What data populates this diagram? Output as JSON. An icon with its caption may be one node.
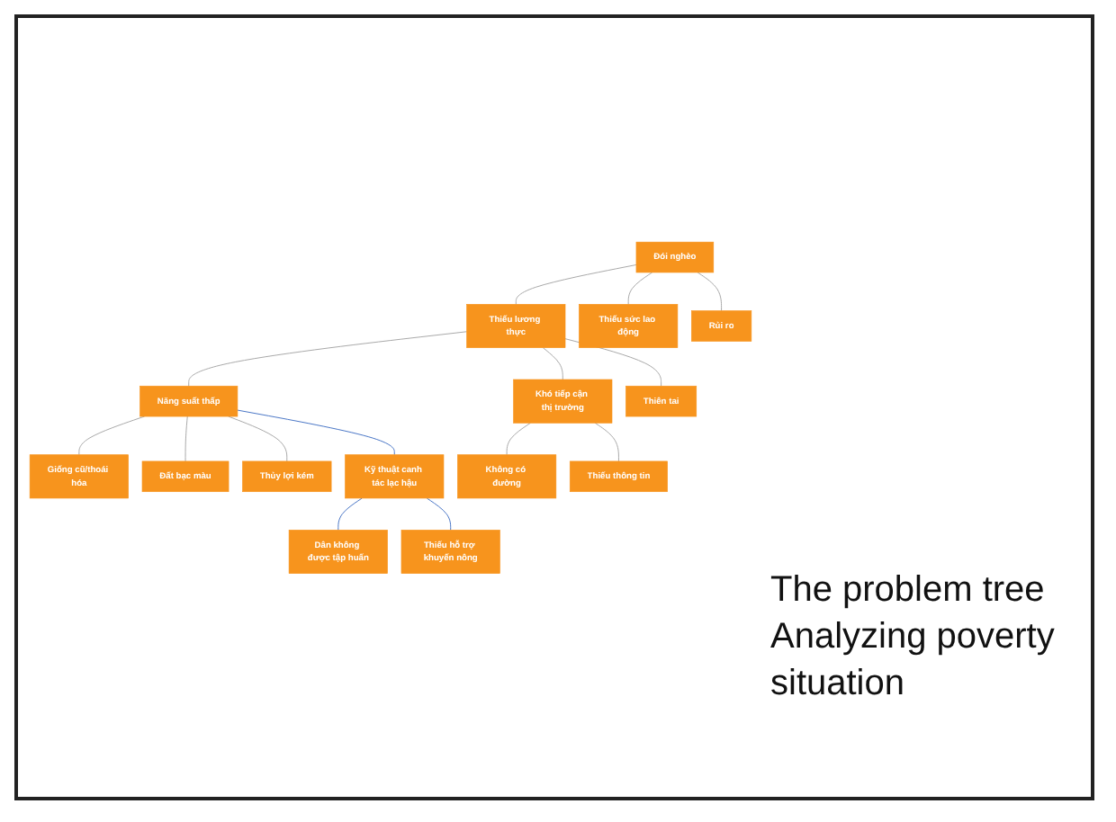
{
  "diagram": {
    "nodes": [
      {
        "text": [
          "Đói nghèo"
        ]
      },
      {
        "text": [
          "Thiếu lương thực"
        ]
      },
      {
        "text": [
          "Thiếu sức lao động"
        ]
      },
      {
        "text": [
          "Rủi ro"
        ]
      },
      {
        "text": [
          "Năng suất thấp"
        ]
      },
      {
        "text": [
          "Khó tiếp cận thị trường"
        ]
      },
      {
        "text": [
          "Thiên tai"
        ]
      },
      {
        "text": [
          "Giống cũ/thoái hóa"
        ]
      },
      {
        "text": [
          "Đất bạc màu"
        ]
      },
      {
        "text": [
          "Thủy lợi kém"
        ]
      },
      {
        "text": [
          "Kỹ thuật canh tác lạc hậu"
        ]
      },
      {
        "text": [
          "Không có đường"
        ]
      },
      {
        "text": [
          "Thiếu thông tin"
        ]
      },
      {
        "text": [
          "Dân không được tập huấn"
        ]
      },
      {
        "text": [
          "Thiếu hỗ trợ khuyến nông"
        ]
      }
    ],
    "edges": [
      {
        "from": 0,
        "to": 1,
        "arrow": "none"
      },
      {
        "from": 0,
        "to": 2,
        "arrow": "none"
      },
      {
        "from": 0,
        "to": 3,
        "arrow": "none"
      },
      {
        "from": 1,
        "to": 4,
        "arrow": "none"
      },
      {
        "from": 1,
        "to": 5,
        "arrow": "none"
      },
      {
        "from": 1,
        "to": 6,
        "arrow": "none"
      },
      {
        "from": 4,
        "to": 7,
        "arrow": "none"
      },
      {
        "from": 4,
        "to": 8,
        "arrow": "none"
      },
      {
        "from": 4,
        "to": 9,
        "arrow": "none"
      },
      {
        "from": 4,
        "to": 10,
        "arrow": "none",
        "color": "#4472c4"
      },
      {
        "from": 5,
        "to": 11,
        "arrow": "none"
      },
      {
        "from": 5,
        "to": 12,
        "arrow": "none"
      },
      {
        "from": 10,
        "to": 13,
        "arrow": "none",
        "color": "#4472c4"
      },
      {
        "from": 10,
        "to": 14,
        "arrow": "none",
        "color": "#4472c4"
      }
    ],
    "labels": [
      "The problem tree Analyzing poverty situation"
    ]
  }
}
